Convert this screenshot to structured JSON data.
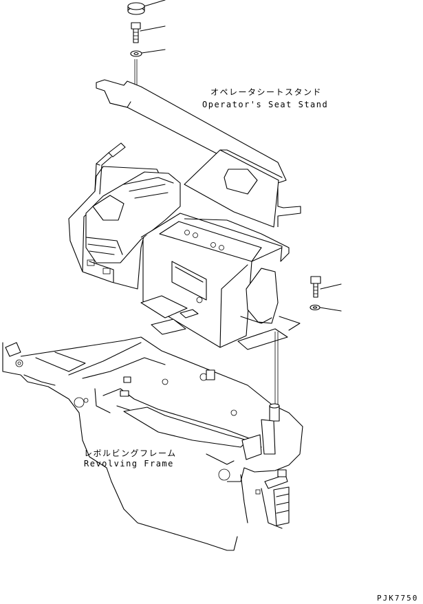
{
  "labels": {
    "seat_stand_jp": "オペレータシートスタンド",
    "seat_stand_en": "Operator's Seat Stand",
    "frame_jp": "レボルビングフレーム",
    "frame_en": "Revolving Frame",
    "drawing_code": "PJK7750"
  }
}
